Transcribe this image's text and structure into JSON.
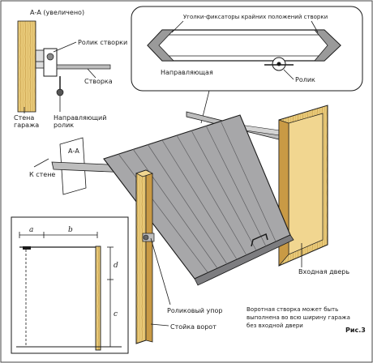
{
  "section_title": "А-А (увеличено)",
  "labels": {
    "roller_sash": "Ролик створки",
    "sash": "Створка",
    "garage_wall": [
      "Стена",
      "гаража"
    ],
    "guide_roller": [
      "Направляющий",
      "ролик"
    ],
    "corner_locks": "Уголки-фиксаторы крайних положений створки",
    "guide": "Направляющая",
    "roller": "Ролик",
    "to_wall": "К стене",
    "section_tag": "А-А",
    "entrance_door": "Входная дверь",
    "roller_stop": "Роликовый упор",
    "gate_post": "Стойка ворот",
    "note": [
      "Воротная створка может быть",
      "выполнена во всю ширину гаража",
      "без входной двери"
    ],
    "fig": "Рис.3"
  },
  "dimensions": {
    "a": "a",
    "b": "b",
    "d": "d",
    "c": "c"
  },
  "colors": {
    "wood": "#e8c978",
    "wood_dark": "#b88a3a",
    "panel": "#a7a7a9",
    "panel_dark": "#7d7d80",
    "steel": "#bdbdbd",
    "line": "#1a1a1a"
  }
}
